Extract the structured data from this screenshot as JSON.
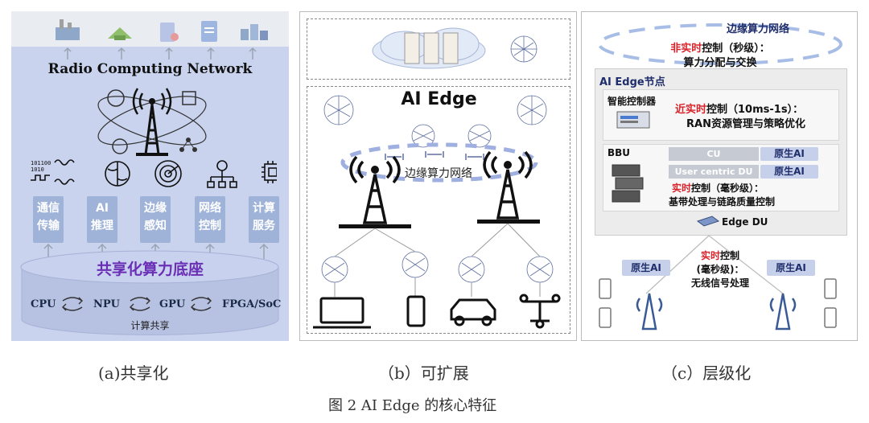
{
  "panel_a": {
    "title": "Radio Computing Network",
    "tiles": [
      {
        "label1": "通信",
        "label2": "传输",
        "icon": "waveform-binary-icon"
      },
      {
        "label1": "AI",
        "label2": "推理",
        "icon": "brain-chip-icon"
      },
      {
        "label1": "边缘",
        "label2": "感知",
        "icon": "radar-icon"
      },
      {
        "label1": "网络",
        "label2": "控制",
        "icon": "network-gear-icon"
      },
      {
        "label1": "计算",
        "label2": "服务",
        "icon": "chip-icon"
      }
    ],
    "base_title": "共享化算力底座",
    "processors": [
      "CPU",
      "NPU",
      "GPU",
      "FPGA/SoC"
    ],
    "shared_label": "计算共享",
    "binary_text_1": "101100",
    "binary_text_2": "1010"
  },
  "panel_b": {
    "title": "AI Edge",
    "network_label": "边缘算力网络"
  },
  "panel_c": {
    "top_label": "边缘算力网络",
    "non_rt_red": "非实时",
    "non_rt_rest": "控制（秒级）：",
    "non_rt_line2": "算力分配与交换",
    "node_label": "AI Edge节点",
    "controller_label": "智能控制器",
    "near_rt_red": "近实时",
    "near_rt_rest": "控制（10ms-1s）：",
    "near_rt_line2": "RAN资源管理与策略优化",
    "bbu_label": "BBU",
    "cu_label": "CU",
    "ai_native": "原生AI",
    "du_label": "User centric DU",
    "rt_red": "实时",
    "rt_rest": "控制（毫秒级）：",
    "rt_line2": "基带处理与链路质量控制",
    "edge_du": "Edge DU",
    "rt2_red": "实时",
    "rt2_rest": "控制",
    "rt2_line2": "(毫秒级)：",
    "rt2_line3": "无线信号处理",
    "left_ai": "原生AI",
    "right_ai": "原生AI"
  },
  "captions": {
    "a": "(a)共享化",
    "b": "（b）可扩展",
    "c": "（c）层级化",
    "figure": "图 2  AI Edge 的核心特征"
  },
  "colors": {
    "panel_a_bg": "#c9d3ee",
    "tile_bg": "#9fb3d9",
    "base_title": "#6a2fb5",
    "red_accent": "#d9232a",
    "ai_box": "#c7d0ea",
    "node_bg": "#ececec"
  }
}
